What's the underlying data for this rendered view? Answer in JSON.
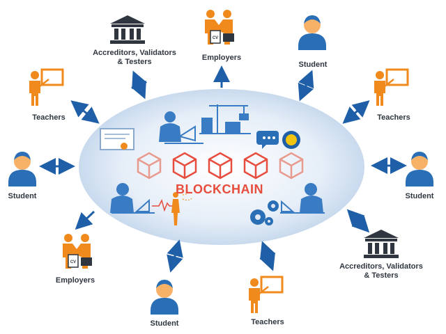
{
  "center": {
    "title": "BLOCKCHAIN"
  },
  "nodes": {
    "top_left": {
      "label_line1": "Accreditors, Validators",
      "label_line2": "& Testers",
      "icon": "bank-icon"
    },
    "top_center": {
      "label": "Employers",
      "icon": "handshake-icon"
    },
    "top_right": {
      "label": "Student",
      "icon": "student-icon"
    },
    "left_upper": {
      "label": "Teachers",
      "icon": "teacher-icon"
    },
    "right_upper": {
      "label": "Teachers",
      "icon": "teacher-icon"
    },
    "left_middle": {
      "label": "Student",
      "icon": "student-icon"
    },
    "right_middle": {
      "label": "Student",
      "icon": "student-icon"
    },
    "left_lower": {
      "label": "Employers",
      "icon": "handshake-icon"
    },
    "right_lower": {
      "label_line1": "Accreditors, Validators",
      "label_line2": "& Testers",
      "icon": "bank-icon"
    },
    "bottom_center": {
      "label": "Student",
      "icon": "student-icon"
    },
    "bottom_right": {
      "label": "Teachers",
      "icon": "teacher-icon"
    }
  },
  "colors": {
    "ellipse": "#dfe9f5",
    "arrow": "#1f5fa8",
    "person": "#f08a1c",
    "student_body": "#2a6fb5",
    "bank": "#2f3640",
    "cube": "#e74c3c",
    "scene_blue": "#3a7cc4"
  }
}
